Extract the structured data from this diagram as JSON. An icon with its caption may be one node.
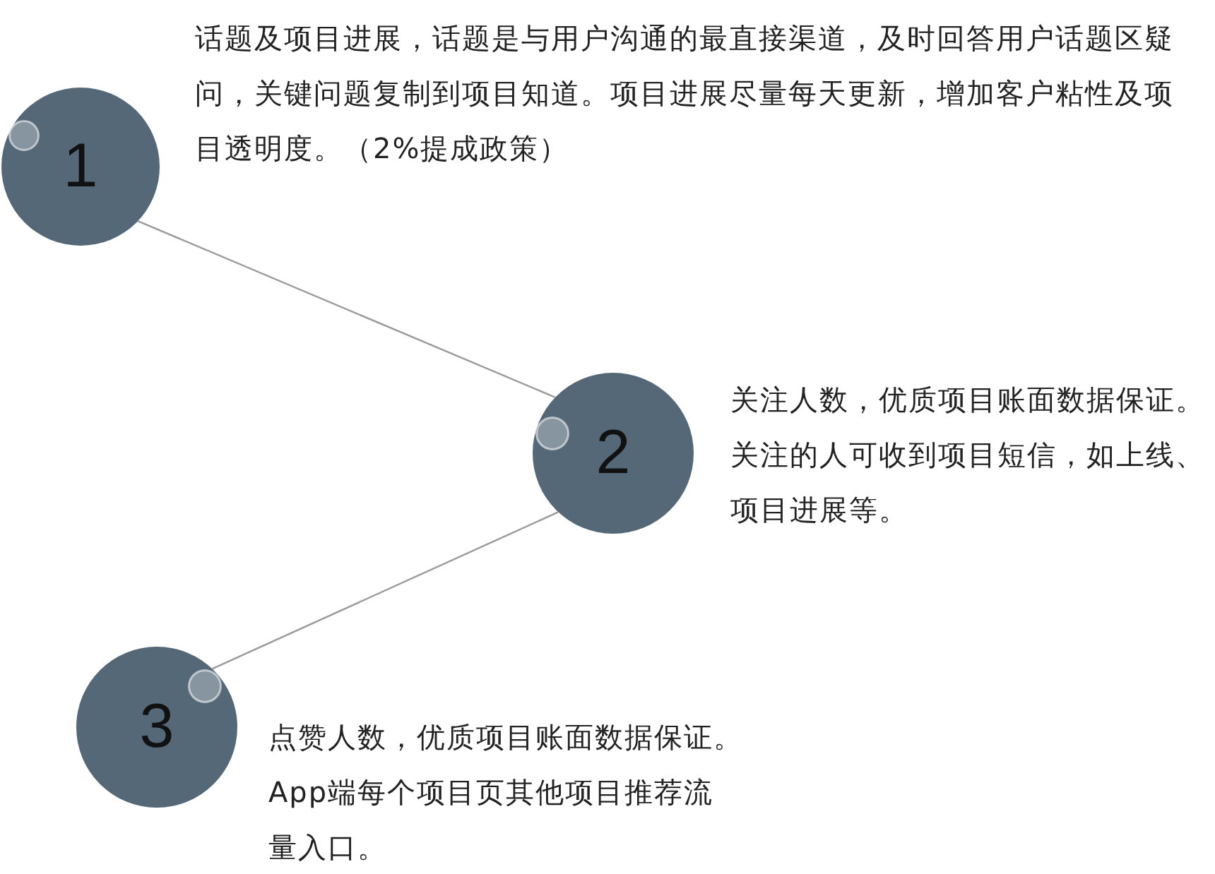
{
  "diagram": {
    "nodes": [
      {
        "text": [
          "1"
        ],
        "beside": [
          "话题及项目进展，话题是与用户沟通的最直接渠道，及时回答用户话题区疑问，关键问题复制到项目知道。项目进展尽量每天更新，增加客户粘性及项目透明度。（2%提成政策）"
        ]
      },
      {
        "text": [
          "2"
        ],
        "beside": [
          "关注人数，优质项目账面数据保证。关注的人可收到项目短信，如上线、项目进展等。"
        ]
      },
      {
        "text": [
          "3"
        ],
        "beside": [
          "点赞人数，优质项目账面数据保证。App端每个项目页其他项目推荐流量入口。"
        ]
      }
    ],
    "edges": [
      {
        "from": 0,
        "to": 1,
        "arrow": "none"
      },
      {
        "from": 1,
        "to": 2,
        "arrow": "none"
      }
    ]
  }
}
